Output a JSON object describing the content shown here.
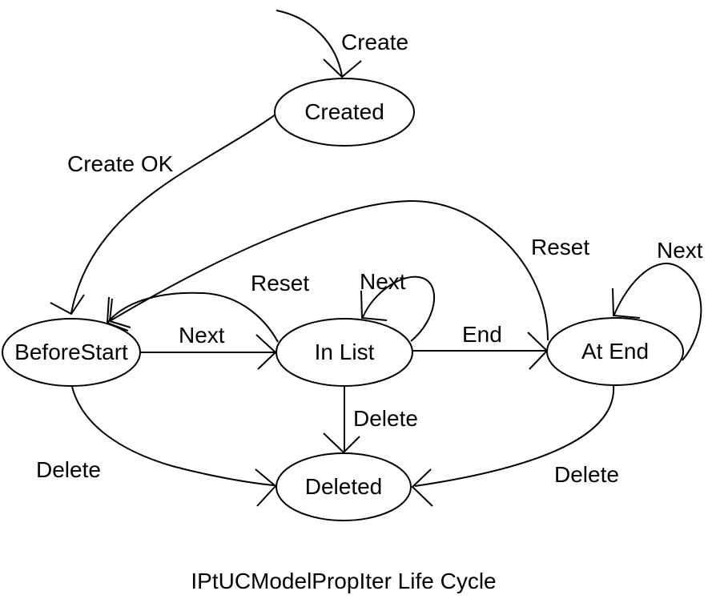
{
  "diagram": {
    "title": "IPtUCModelPropIter Life Cycle",
    "colors": {
      "ink": "#000000",
      "background": "#ffffff"
    },
    "states": [
      {
        "id": "created",
        "label": "Created"
      },
      {
        "id": "before-start",
        "label": "BeforeStart"
      },
      {
        "id": "in-list",
        "label": "In List"
      },
      {
        "id": "at-end",
        "label": "At End"
      },
      {
        "id": "deleted",
        "label": "Deleted"
      }
    ],
    "transitions": [
      {
        "id": "create",
        "label": "Create",
        "from": "initial",
        "to": "created"
      },
      {
        "id": "create-ok",
        "label": "Create OK",
        "from": "created",
        "to": "before-start"
      },
      {
        "id": "reset-from-in-list",
        "label": "Reset",
        "from": "in-list",
        "to": "before-start"
      },
      {
        "id": "reset-from-at-end",
        "label": "Reset",
        "from": "at-end",
        "to": "before-start"
      },
      {
        "id": "next-to-in-list",
        "label": "Next",
        "from": "before-start",
        "to": "in-list"
      },
      {
        "id": "next-self-in-list",
        "label": "Next",
        "from": "in-list",
        "to": "in-list"
      },
      {
        "id": "end-to-at-end",
        "label": "End",
        "from": "in-list",
        "to": "at-end"
      },
      {
        "id": "next-self-at-end",
        "label": "Next",
        "from": "at-end",
        "to": "at-end"
      },
      {
        "id": "delete-from-in-list",
        "label": "Delete",
        "from": "in-list",
        "to": "deleted"
      },
      {
        "id": "delete-from-before-start",
        "label": "Delete",
        "from": "before-start",
        "to": "deleted"
      },
      {
        "id": "delete-from-at-end",
        "label": "Delete",
        "from": "at-end",
        "to": "deleted"
      }
    ]
  }
}
